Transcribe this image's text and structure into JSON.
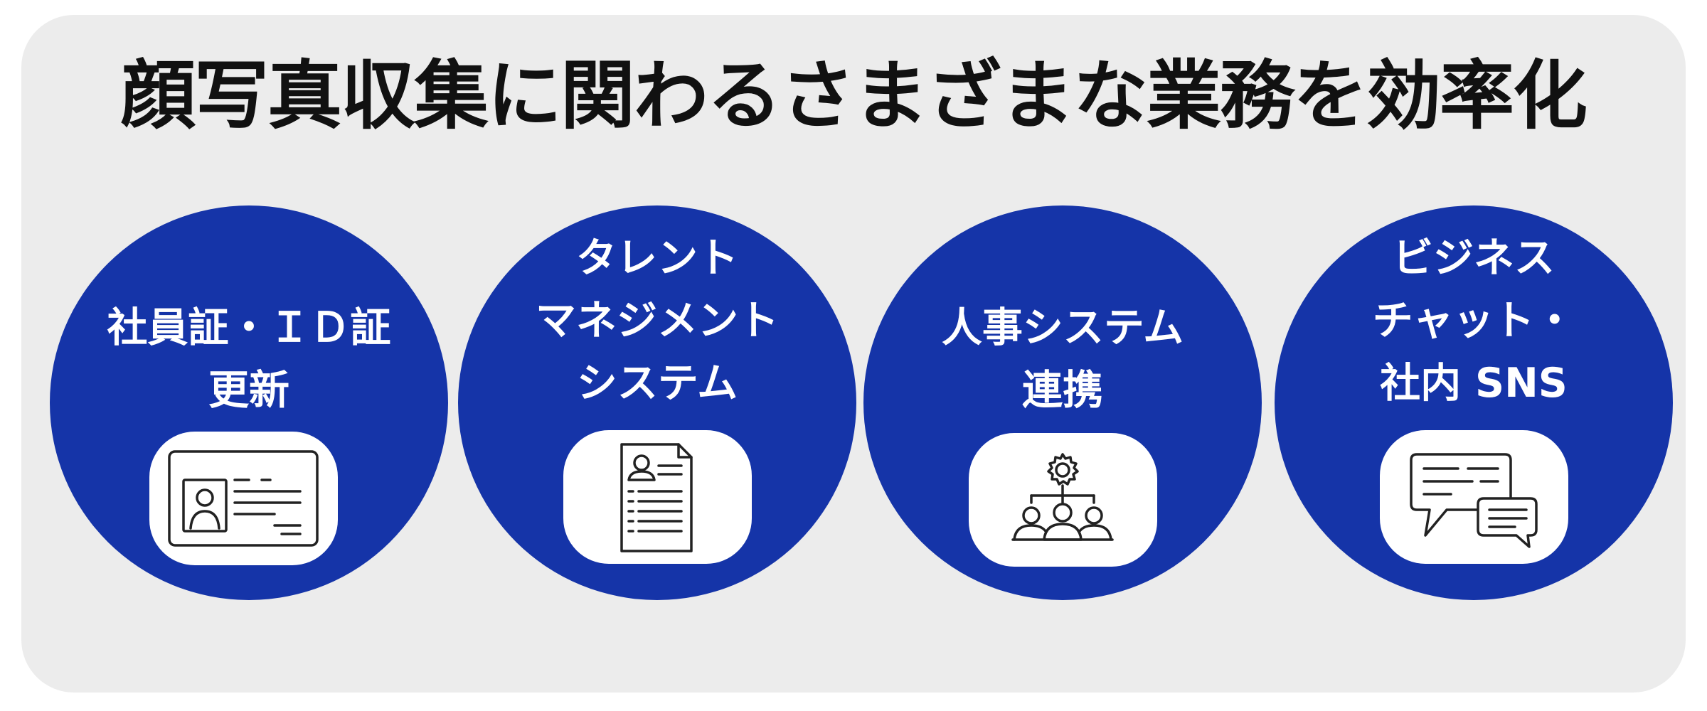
{
  "title": "顔写真収集に関わるさまざまな業務を効率化",
  "colors": {
    "background": "#ececec",
    "circle": "#1534a8",
    "title_text": "#111111",
    "label_text": "#ffffff",
    "icon_box": "#ffffff",
    "icon_stroke": "#222222"
  },
  "items": [
    {
      "lines": [
        "社員証・ＩＤ証",
        "更新"
      ],
      "icon": "id-card-icon"
    },
    {
      "lines": [
        "タレント",
        "マネジメント",
        "システム"
      ],
      "icon": "personnel-document-icon"
    },
    {
      "lines": [
        "人事システム",
        "連携"
      ],
      "icon": "team-settings-icon"
    },
    {
      "lines": [
        "ビジネス",
        "チャット・",
        "社内 SNS"
      ],
      "icon": "chat-bubbles-icon"
    }
  ]
}
